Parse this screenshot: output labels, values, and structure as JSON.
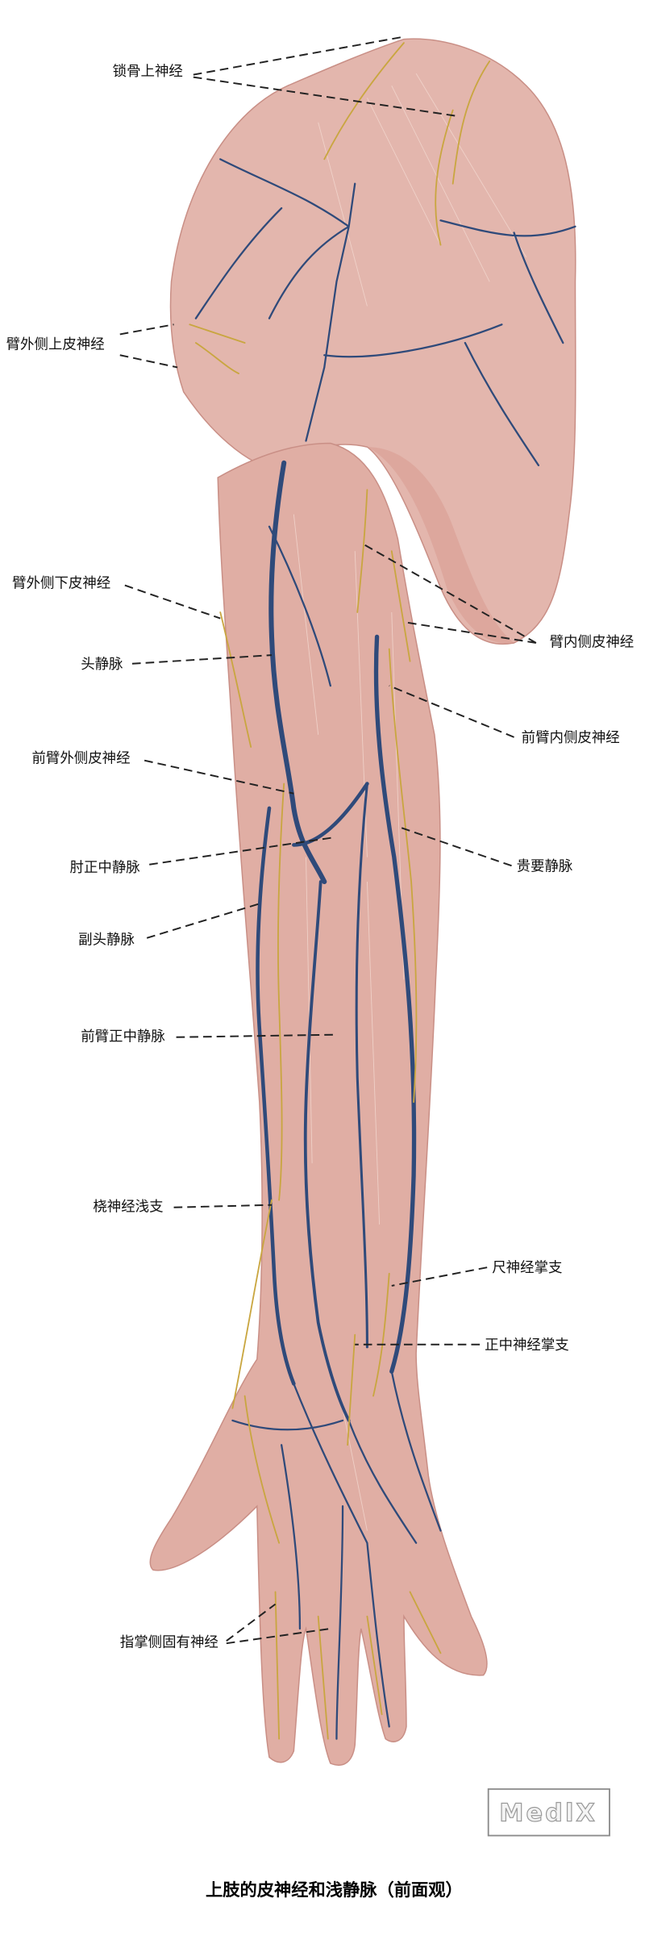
{
  "labels": {
    "supraclavicular_nerves": "锁骨上神经",
    "superior_lateral_brachial_cutaneous": "臂外侧上皮神经",
    "inferior_lateral_brachial_cutaneous": "臂外侧下皮神经",
    "cephalic_vein": "头静脉",
    "lateral_antebrachial_cutaneous": "前臂外侧皮神经",
    "median_cubital_vein": "肘正中静脉",
    "accessory_cephalic_vein": "副头静脉",
    "median_antebrachial_vein": "前臂正中静脉",
    "superficial_radial_nerve": "桡神经浅支",
    "proper_palmar_digital_nerves": "指掌侧固有神经",
    "medial_brachial_cutaneous": "臂内侧皮神经",
    "medial_antebrachial_cutaneous": "前臂内侧皮神经",
    "basilic_vein": "贵要静脉",
    "ulnar_palmar_branch": "尺神经掌支",
    "median_palmar_branch": "正中神经掌支"
  },
  "title": "上肢的皮神经和浅静脉（前面观）",
  "watermark": "MedlX",
  "colors": {
    "skin": "#e2b3ab",
    "vein": "#2f4a7a",
    "nerve": "#c9a640"
  }
}
